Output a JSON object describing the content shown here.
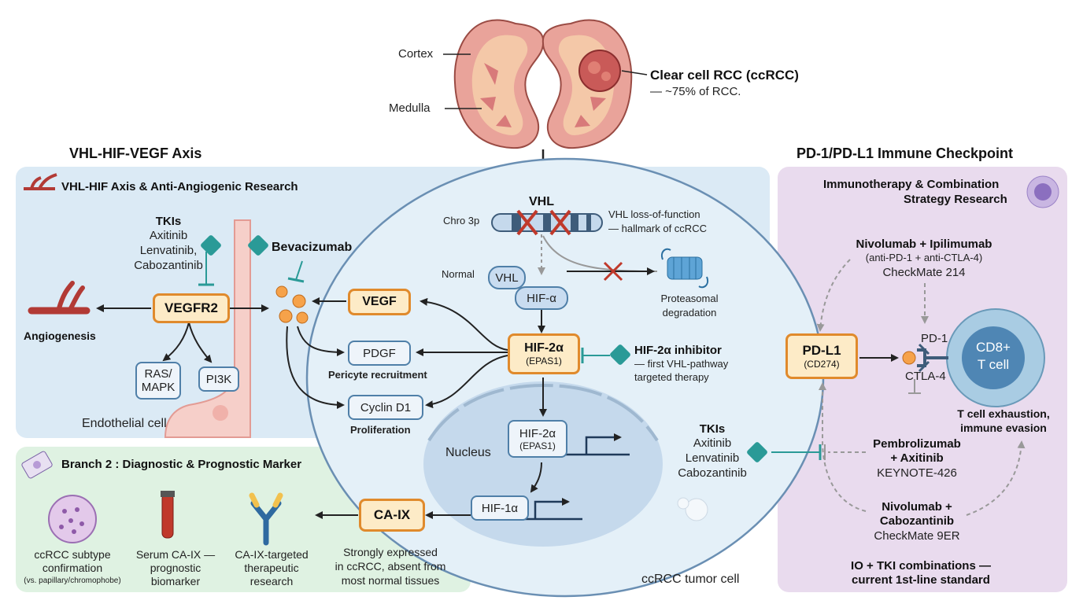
{
  "kidney": {
    "cortex_label": "Cortex",
    "medulla_label": "Medulla",
    "ccrcc_title": "Clear cell RCC (ccRCC)",
    "ccrcc_sub": "— ~75% of RCC."
  },
  "left_section": {
    "heading": "VHL-HIF-VEGF Axis",
    "panel_title": "VHL-HIF Axis & Anti-Angiogenic Research",
    "tki_title": "TKIs",
    "tki_drugs": [
      "Axitinib",
      "Lenvatinib,",
      "Cabozantinib"
    ],
    "bevacizumab": "Bevacizumab",
    "angiogenesis": "Angiogenesis",
    "vegfr2": "VEGFR2",
    "ras_mapk": "RAS/\nMAPK",
    "pi3k": "PI3K",
    "endothelial": "Endothelial cell"
  },
  "cell": {
    "vhl_title": "VHL",
    "chro": "Chro 3p",
    "vhl_loss": "VHL loss-of-function",
    "vhl_loss_sub": "— hallmark of ccRCC",
    "normal": "Normal",
    "vhl_pill": "VHL",
    "hif_alpha_pill": "HIF-α",
    "proteasomal": "Proteasomal",
    "degradation": "degradation",
    "vegf": "VEGF",
    "pdgf": "PDGF",
    "pericyte": "Pericyte recruitment",
    "cyclin": "Cyclin D1",
    "proliferation": "Proliferation",
    "hif2a": "HIF-2α",
    "epas1": "(EPAS1)",
    "hif2a_inhib": "HIF-2α inhibitor",
    "hif2a_inhib_sub1": "— first VHL-pathway",
    "hif2a_inhib_sub2": "targeted therapy",
    "nucleus": "Nucleus",
    "nuc_hif2a": "HIF-2α",
    "nuc_epas1": "(EPAS1)",
    "hif1a": "HIF-1α",
    "caix": "CA-IX",
    "caix_desc": [
      "Strongly expressed",
      "in ccRCC, absent from",
      "most normal tissues"
    ],
    "tumor_cell": "ccRCC tumor cell",
    "tki_title": "TKIs",
    "tki_drugs": [
      "Axitinib",
      "Lenvatinib",
      "Cabozantinib"
    ]
  },
  "diag_section": {
    "title": "Branch 2 : Diagnostic & Prognostic Marker",
    "item1": [
      "ccRCC subtype",
      "confirmation"
    ],
    "item1_sub": "(vs. papillary/chromophobe)",
    "item2": [
      "Serum CA-IX —",
      "prognostic",
      "biomarker"
    ],
    "item3": [
      "CA-IX-targeted",
      "therapeutic",
      "research"
    ]
  },
  "right_section": {
    "heading": "PD-1/PD-L1 Immune Checkpoint",
    "panel_title": [
      "Immunotherapy & Combination",
      "Strategy Research"
    ],
    "nivo_ipi": "Nivolumab + Ipilimumab",
    "nivo_ipi_sub": "(anti-PD-1 + anti-CTLA-4)",
    "nivo_ipi_trial": "CheckMate 214",
    "pdl1": "PD-L1",
    "cd274": "(CD274)",
    "pd1": "PD-1",
    "ctla4": "CTLA-4",
    "cd8": [
      "CD8+",
      "T cell"
    ],
    "exhaustion": [
      "T cell exhaustion,",
      "immune evasion"
    ],
    "pembro": [
      "Pembrolizumab",
      "+ Axitinib"
    ],
    "pembro_trial": "KEYNOTE-426",
    "nivo_cabo": [
      "Nivolumab +",
      "Cabozantinib"
    ],
    "nivo_cabo_trial": "CheckMate 9ER",
    "io_tki": [
      "IO + TKI combinations —",
      "current 1st-line standard"
    ]
  },
  "colors": {
    "orange_border": "#e08a2c",
    "orange_fill": "#fdebc7",
    "blue_border": "#4f7fa8",
    "teal": "#2a9a97",
    "red_x": "#c0392b"
  }
}
